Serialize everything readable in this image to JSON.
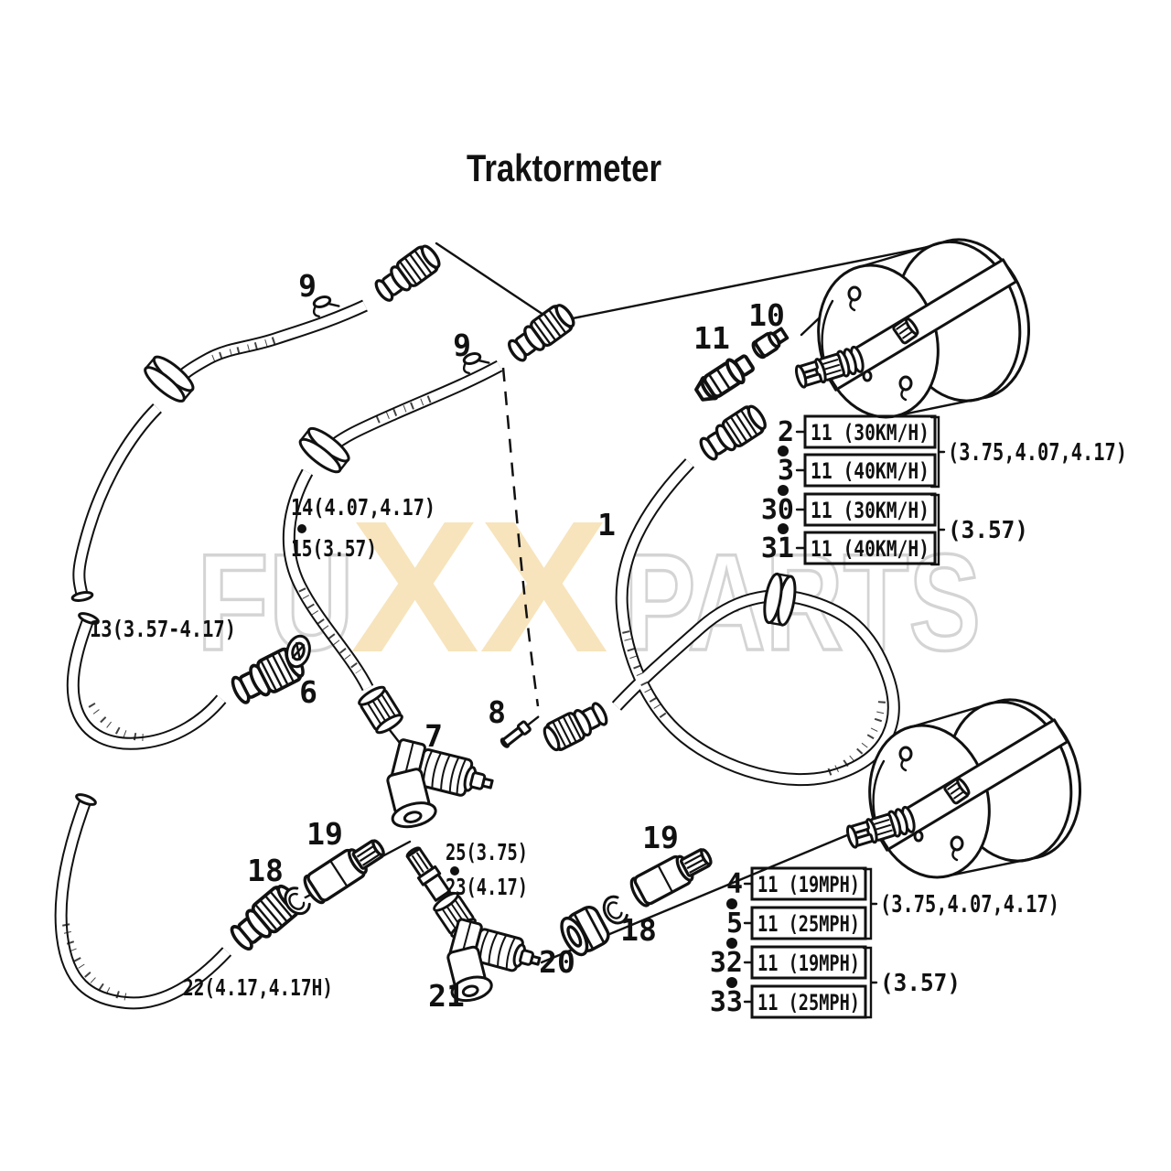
{
  "title": "Traktormeter",
  "watermark": {
    "left": "FU",
    "middle": "XX",
    "right": "PARTS"
  },
  "colors": {
    "ink": "#111111",
    "watermark_outline": "#d4d4d4",
    "watermark_fill": "#f7e4bc"
  },
  "part_labels": {
    "clamp_top": "9",
    "clamp_mid": "9",
    "bulb_socket": "11",
    "bulb": "10",
    "cable_main": "1",
    "seal_ring": "6",
    "angle_drive": "7",
    "pin": "8",
    "cable_left": "13(3.57-4.17)",
    "note_14": "14(4.07,4.17)",
    "note_15": "15(3.57)",
    "washer_left": "18",
    "adapter_left": "19",
    "note_25": "25(3.75)",
    "note_23": "23(4.17)",
    "adapter_right": "19",
    "washer_right": "18",
    "nut": "20",
    "angle_drive_lower": "21",
    "cable_bottom": "22(4.17,4.17H)"
  },
  "callout_top": {
    "rows": [
      {
        "num": "2",
        "label": "11 (30KM/H)"
      },
      {
        "num": "3",
        "label": "11 (40KM/H)"
      },
      {
        "num": "30",
        "label": "11 (30KM/H)"
      },
      {
        "num": "31",
        "label": "11 (40KM/H)"
      }
    ],
    "group1_note": "(3.75,4.07,4.17)",
    "group2_note": "(3.57)"
  },
  "callout_bottom": {
    "rows": [
      {
        "num": "4",
        "label": "11 (19MPH)"
      },
      {
        "num": "5",
        "label": "11 (25MPH)"
      },
      {
        "num": "32",
        "label": "11 (19MPH)"
      },
      {
        "num": "33",
        "label": "11 (25MPH)"
      }
    ],
    "group1_note": "(3.75,4.07,4.17)",
    "group2_note": "(3.57)"
  }
}
